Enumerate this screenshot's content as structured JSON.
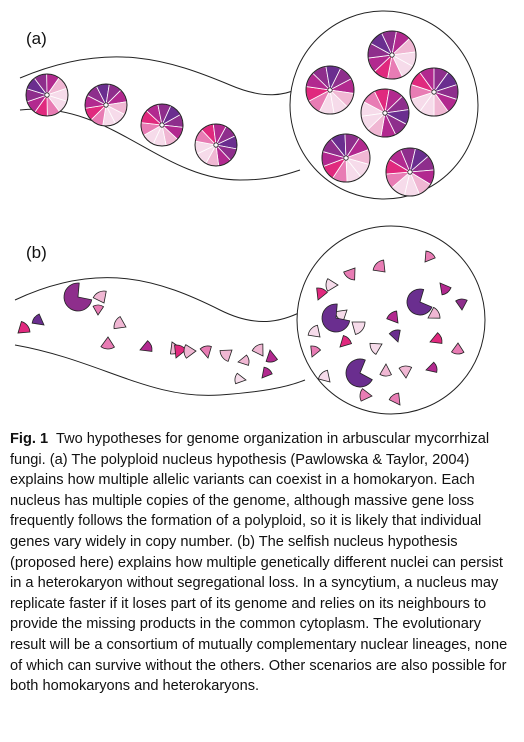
{
  "figure": {
    "panel_a_label": "(a)",
    "panel_b_label": "(b)",
    "palette": {
      "dark_purple": "#6a2e8f",
      "purple": "#8e2e8c",
      "magenta": "#b2298f",
      "hot_pink": "#e0297e",
      "pink": "#e87cb4",
      "light_pink": "#f0b7d3",
      "pale_pink": "#f6dbea",
      "outline": "#222222"
    }
  },
  "caption": {
    "fig_number": "Fig. 1",
    "text": "Two hypotheses for genome organization in arbuscular mycorrhizal fungi. (a) The polyploid nucleus hypothesis (Pawlowska & Taylor, 2004) explains how multiple allelic variants can coexist in a homokaryon. Each nucleus has multiple copies of the genome, although massive gene loss frequently follows the formation of a polyploid, so it is likely that individual genes vary widely in copy number. (b) The selfish nucleus hypothesis (proposed here) explains how multiple genetically different nuclei can persist in a heterokaryon without segregational loss. In a syncytium, a nucleus may replicate faster if it loses part of its genome and relies on its neighbours to provide the missing products in the common cytoplasm. The evolutionary result will be a consortium of mutually complementary nuclear lineages, none of which can survive without the others. Other scenarios are also possible for both homokaryons and heterokaryons."
  }
}
